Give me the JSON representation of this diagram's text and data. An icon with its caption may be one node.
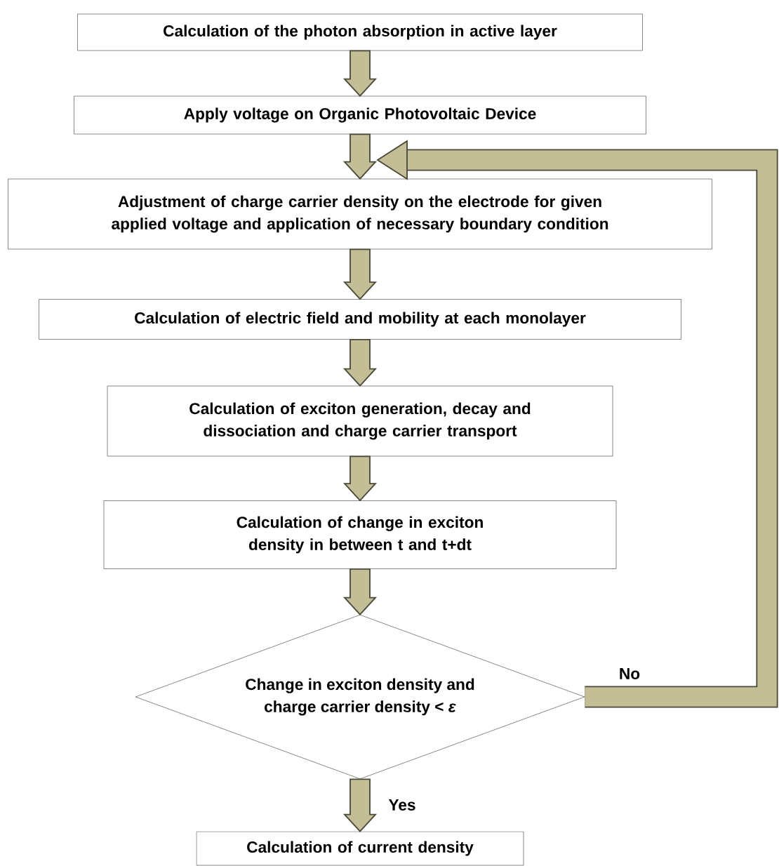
{
  "diagram": {
    "nodes": [
      {
        "text": [
          "Calculation of the photon absorption in active layer"
        ]
      },
      {
        "text": [
          "Apply voltage on Organic Photovoltaic Device"
        ]
      },
      {
        "text": [
          "Adjustment of charge carrier density on the electrode for given applied voltage and application of necessary boundary condition"
        ]
      },
      {
        "text": [
          "Calculation of electric field and mobility at each monolayer"
        ]
      },
      {
        "text": [
          "Calculation of exciton generation, decay and dissociation and charge carrier transport"
        ]
      },
      {
        "text": [
          "Calculation of change in exciton density in between t and t+dt"
        ]
      },
      {
        "text": [
          "Change in exciton density and charge carrier density < *ε*"
        ]
      },
      {
        "text": [
          "Calculation of current density"
        ]
      }
    ],
    "edges": [
      {
        "from": 0,
        "to": 1,
        "arrow": "to"
      },
      {
        "from": 1,
        "to": 2,
        "arrow": "to"
      },
      {
        "from": 2,
        "to": 3,
        "arrow": "to"
      },
      {
        "from": 3,
        "to": 4,
        "arrow": "to"
      },
      {
        "from": 4,
        "to": 5,
        "arrow": "to"
      },
      {
        "from": 5,
        "to": 6,
        "arrow": "to"
      },
      {
        "from": 6,
        "to": 7,
        "arrow": "to",
        "label": "Yes"
      },
      {
        "from": 6,
        "to": 2,
        "arrow": "to",
        "label": "No"
      }
    ]
  }
}
